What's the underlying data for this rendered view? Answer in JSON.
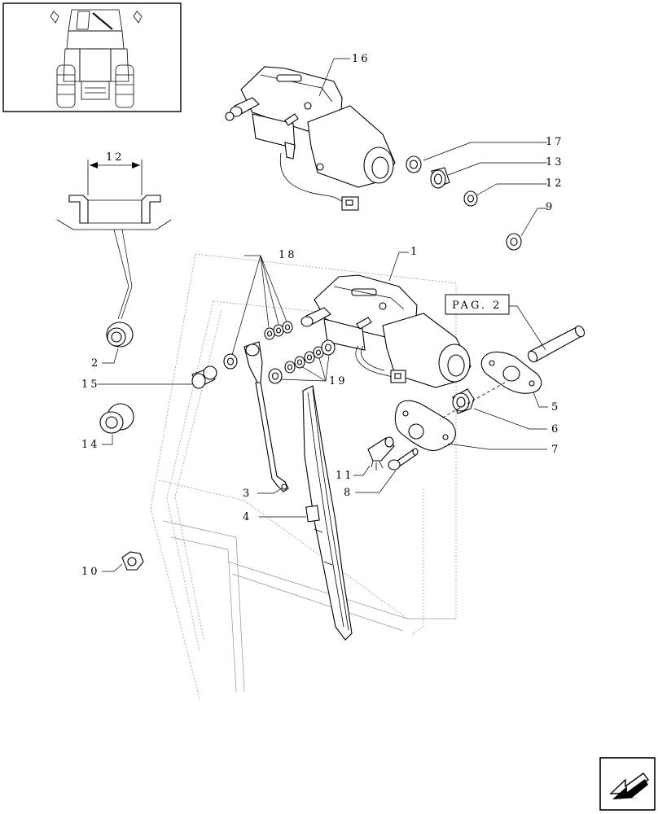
{
  "labels": {
    "p1": "1",
    "p2": "2",
    "p3": "3",
    "p4": "4",
    "p5": "5",
    "p6": "6",
    "p7": "7",
    "p8": "8",
    "p9": "9",
    "p10": "10",
    "p11": "11",
    "p12": "12",
    "p12b": "12",
    "p13": "13",
    "p14": "14",
    "p15": "15",
    "p16": "16",
    "p17": "17",
    "p18": "18",
    "p19": "19"
  },
  "page_ref": "PAG. 2",
  "icons": {
    "thumbnail": "tractor-thumbnail-icon",
    "nav": "arrow-back-icon"
  }
}
